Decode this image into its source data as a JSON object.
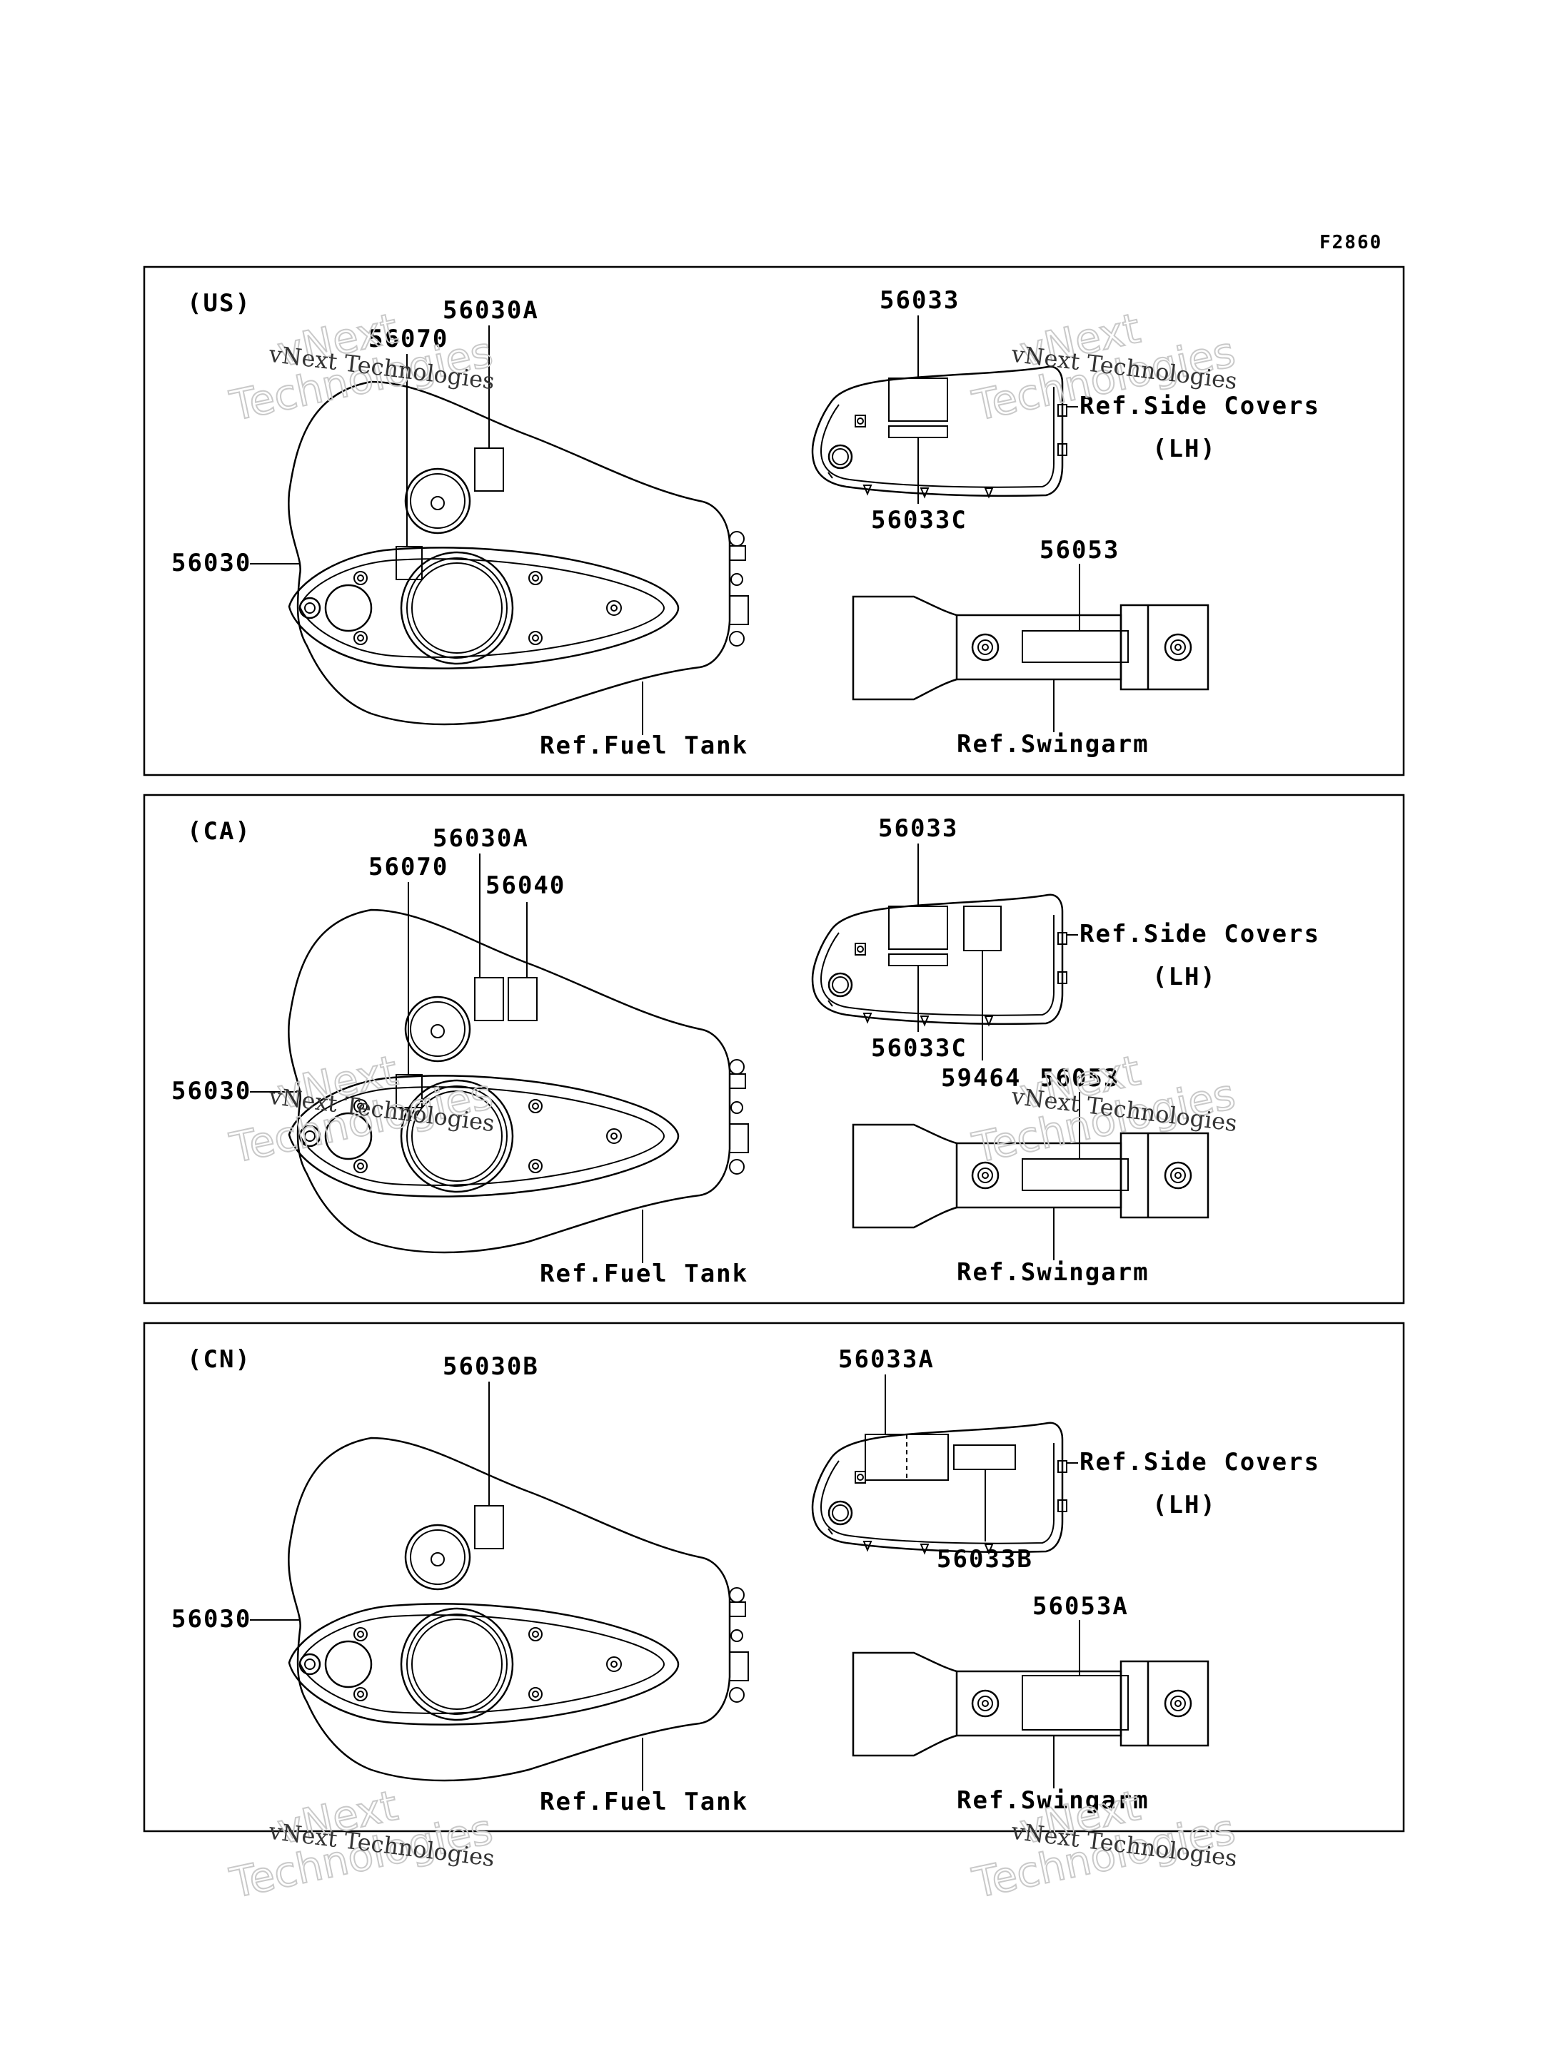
{
  "figure_code": "F2860",
  "watermark": {
    "line1": "vNext Technologies",
    "line2": "Technologies",
    "line3": "vNext"
  },
  "panels": [
    {
      "region": "(US)",
      "tank_labels": {
        "left": "56030",
        "cap": "56070",
        "top": "56030A",
        "top2": ""
      },
      "side_labels": {
        "top": "56033",
        "bottom": "56033C",
        "extra": ""
      },
      "swingarm_label": "56053",
      "ref_side_covers": "Ref.Side Covers",
      "lh": "(LH)",
      "ref_fuel_tank": "Ref.Fuel Tank",
      "ref_swingarm": "Ref.Swingarm"
    },
    {
      "region": "(CA)",
      "tank_labels": {
        "left": "56030",
        "cap": "56070",
        "top": "56030A",
        "top2": "56040"
      },
      "side_labels": {
        "top": "56033",
        "bottom": "56033C",
        "extra": "59464"
      },
      "swingarm_label": "56053",
      "ref_side_covers": "Ref.Side Covers",
      "lh": "(LH)",
      "ref_fuel_tank": "Ref.Fuel Tank",
      "ref_swingarm": "Ref.Swingarm"
    },
    {
      "region": "(CN)",
      "tank_labels": {
        "left": "56030",
        "cap": "",
        "top": "56030B",
        "top2": ""
      },
      "side_labels": {
        "top": "56033A",
        "bottom": "56033B",
        "extra": ""
      },
      "swingarm_label": "56053A",
      "ref_side_covers": "Ref.Side Covers",
      "lh": "(LH)",
      "ref_fuel_tank": "Ref.Fuel Tank",
      "ref_swingarm": "Ref.Swingarm"
    }
  ]
}
